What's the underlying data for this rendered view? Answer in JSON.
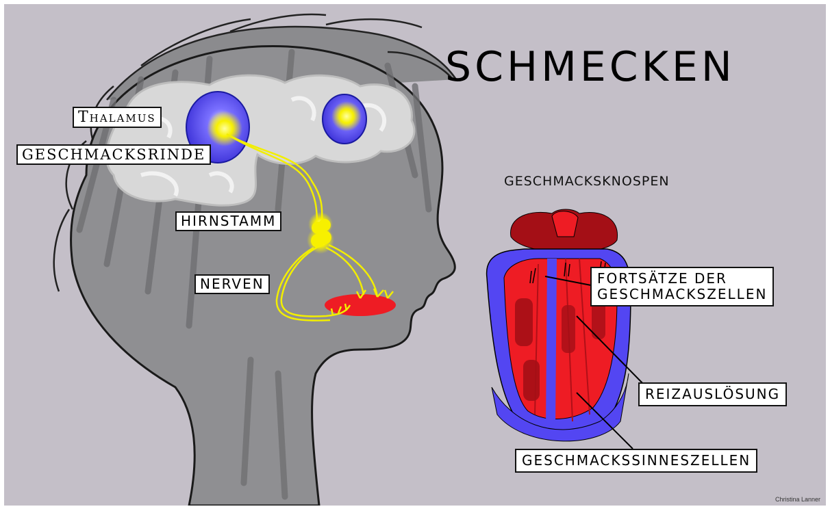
{
  "title": "SCHMECKEN",
  "subtitle": "GESCHMACKSKNOSPEN",
  "labels": {
    "thalamus": "Thalamus",
    "geschmacksrinde": "GESCHMACKSRINDE",
    "hirnstamm": "HIRNSTAMM",
    "nerven": "NERVEN",
    "fortsaetze_line1": "FORTSÄTZE DER",
    "fortsaetze_line2": "GESCHMACKSZELLEN",
    "reizausloesung": "REIZAUSLÖSUNG",
    "geschmackssinneszellen": "GESCHMACKSSINNESZELLEN"
  },
  "credit": "Christina Lanner",
  "colors": {
    "background": "#c4bfc8",
    "head": "#8e8e91",
    "brain": "#d9d9d9",
    "cortex_blue": "#4a3fe0",
    "nerve_yellow": "#f5f000",
    "tongue_red": "#ee1c24",
    "tongue_dark_red": "#a40f16",
    "tongue_blue": "#5346f2"
  }
}
